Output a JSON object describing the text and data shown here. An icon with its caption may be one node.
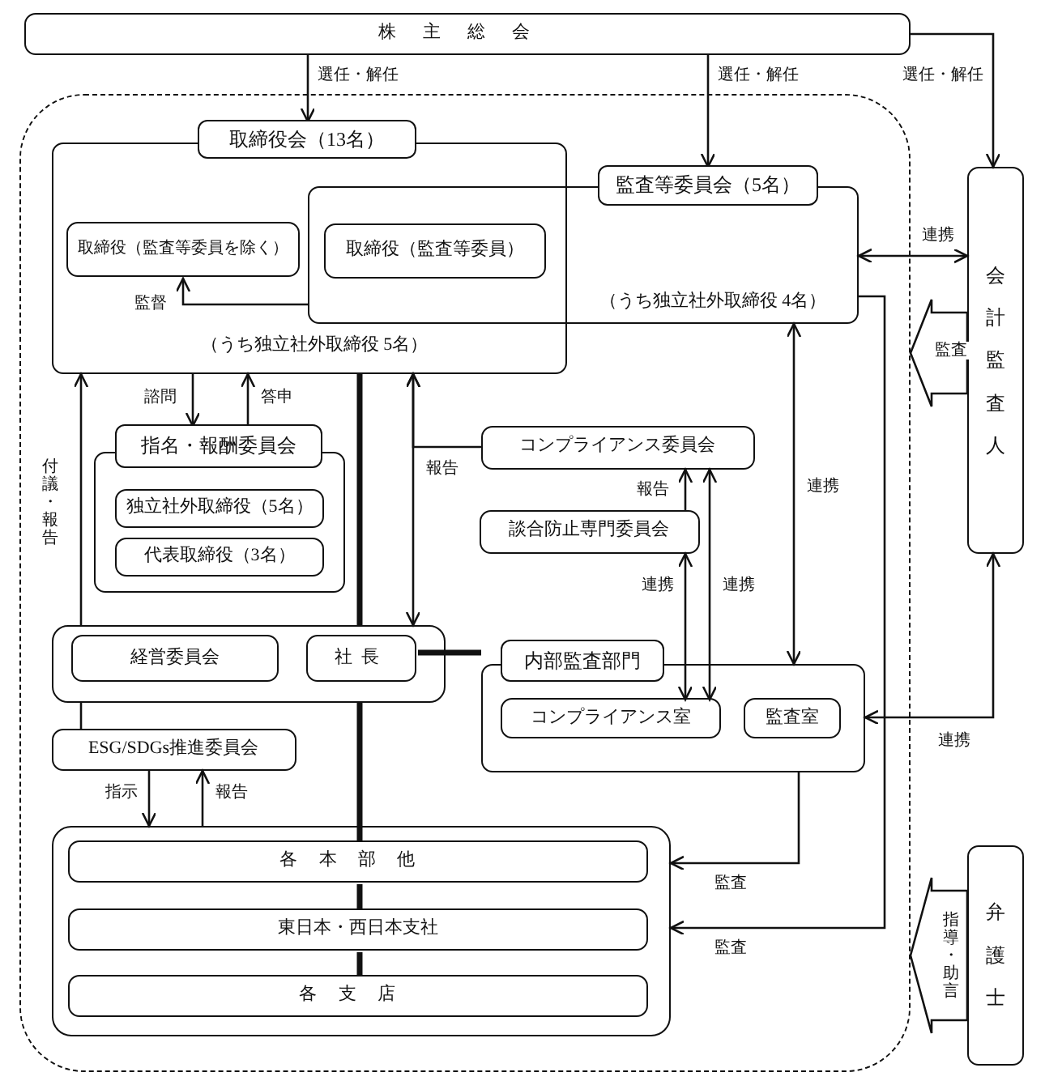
{
  "diagram": {
    "nodes": [
      {
        "text": [
          "株主総会"
        ]
      },
      {
        "text": [],
        "shape": "box"
      },
      {
        "text": [
          "取締役会（13名）",
          "（うち独立社外取締役 5名）"
        ],
        "in": 1
      },
      {
        "text": [
          "取締役（監査等委員を除く）"
        ],
        "in": 2
      },
      {
        "text": [
          "監査等委員会（5名）",
          "（うち独立社外取締役 4名）"
        ],
        "in": 1
      },
      {
        "text": [
          "取締役（監査等委員）"
        ]
      },
      {
        "text": [
          "指名・報酬委員会"
        ],
        "in": 1
      },
      {
        "text": [
          "独立社外取締役（5名）"
        ],
        "in": 6
      },
      {
        "text": [
          "代表取締役（3名）"
        ],
        "in": 6
      },
      {
        "text": [
          "コンプライアンス委員会"
        ],
        "in": 1
      },
      {
        "text": [
          "談合防止専門委員会"
        ],
        "in": 1
      },
      {
        "text": [],
        "shape": "box",
        "in": 1
      },
      {
        "text": [
          "経営委員会"
        ],
        "in": 11
      },
      {
        "text": [
          "社長"
        ],
        "in": 11
      },
      {
        "text": [
          "内部監査部門"
        ],
        "in": 1
      },
      {
        "text": [
          "コンプライアンス室"
        ],
        "in": 14
      },
      {
        "text": [
          "監査室"
        ],
        "in": 14
      },
      {
        "text": [
          "ESG/SDGs推進委員会"
        ],
        "in": 1
      },
      {
        "text": [],
        "shape": "box",
        "in": 1
      },
      {
        "text": [
          "各本部他"
        ],
        "in": 18
      },
      {
        "text": [
          "東日本・西日本支社"
        ],
        "in": 18
      },
      {
        "text": [
          "各支店"
        ],
        "in": 18
      },
      {
        "text": [
          "会計監査人"
        ]
      },
      {
        "text": [
          "弁護士"
        ]
      }
    ],
    "edges": [
      {
        "from": 0,
        "to": 2,
        "arrow": "to",
        "label": "選任・解任"
      },
      {
        "from": 0,
        "to": 4,
        "arrow": "to",
        "label": "選任・解任"
      },
      {
        "from": 0,
        "to": 22,
        "arrow": "to",
        "label": "選任・解任"
      },
      {
        "from": 4,
        "to": 3,
        "arrow": "to",
        "label": "監督"
      },
      {
        "from": 4,
        "to": 22,
        "arrow": "both",
        "label": "連携"
      },
      {
        "from": 22,
        "to": 1,
        "arrow": "to",
        "label": "監査"
      },
      {
        "from": 2,
        "to": 6,
        "arrow": "to",
        "label": "諮問"
      },
      {
        "from": 6,
        "to": 2,
        "arrow": "to",
        "label": "答申"
      },
      {
        "from": 11,
        "to": 2,
        "arrow": "to",
        "label": "付議・報告"
      },
      {
        "from": 11,
        "to": 2,
        "arrow": "both"
      },
      {
        "from": 9,
        "to": 2,
        "arrow": "to",
        "label": "報告"
      },
      {
        "from": 10,
        "to": 9,
        "arrow": "to",
        "label": "報告"
      },
      {
        "from": 10,
        "to": 15,
        "arrow": "both",
        "label": "連携"
      },
      {
        "from": 9,
        "to": 15,
        "arrow": "both",
        "label": "連携"
      },
      {
        "from": 4,
        "to": 14,
        "arrow": "both",
        "label": "連携"
      },
      {
        "from": 2,
        "to": 11,
        "arrow": "none",
        "style": "thick"
      },
      {
        "from": 13,
        "to": 14,
        "arrow": "none",
        "style": "thick"
      },
      {
        "from": 11,
        "to": 17,
        "arrow": "none"
      },
      {
        "from": 11,
        "to": 19,
        "arrow": "none",
        "style": "thick"
      },
      {
        "from": 19,
        "to": 20,
        "arrow": "none",
        "style": "thick"
      },
      {
        "from": 20,
        "to": 21,
        "arrow": "none",
        "style": "thick"
      },
      {
        "from": 17,
        "to": 18,
        "arrow": "to",
        "label": "指示"
      },
      {
        "from": 18,
        "to": 17,
        "arrow": "to",
        "label": "報告"
      },
      {
        "from": 14,
        "to": 18,
        "arrow": "to",
        "label": "監査"
      },
      {
        "from": 4,
        "to": 18,
        "arrow": "to",
        "label": "監査"
      },
      {
        "from": 14,
        "to": 22,
        "arrow": "both",
        "label": "連携"
      },
      {
        "from": 23,
        "to": 1,
        "arrow": "to",
        "label": "指導・助言"
      }
    ]
  }
}
